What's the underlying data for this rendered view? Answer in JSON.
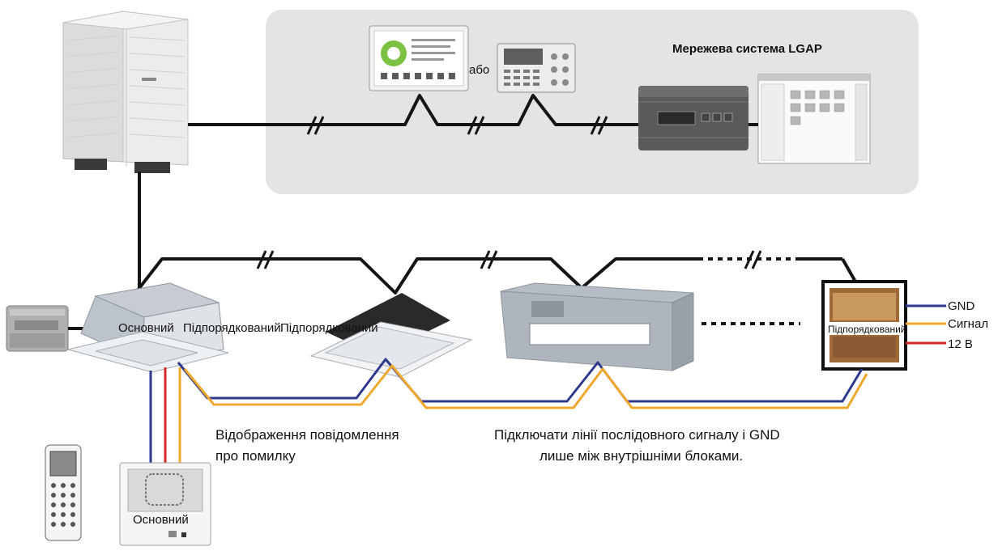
{
  "network": {
    "title": "Мережева система LGAP",
    "or_text": "або"
  },
  "units": {
    "main_unit_label": "Основний",
    "sub_unit_label_1": "Підпорядкований",
    "sub_unit_label_2": "Підпорядкований",
    "sub_unit_label_4": "Підпорядкований",
    "main_controller_label": "Основний"
  },
  "terminals": {
    "gnd": "GND",
    "signal": "Сигнал",
    "power": "12 В"
  },
  "notes": {
    "error_display_line1": "Відображення повідомлення",
    "error_display_line2": "про помилку",
    "connect_line1": "Підключати лінії послідовного сигналу і GND",
    "connect_line2": "лише між внутрішніми блоками."
  },
  "colors": {
    "network_panel": "#e4e4e4",
    "comm_wire": "#141414",
    "gnd_wire": "#2e3a8c",
    "signal_wire": "#f0a82c",
    "power_wire": "#d42a2a"
  }
}
